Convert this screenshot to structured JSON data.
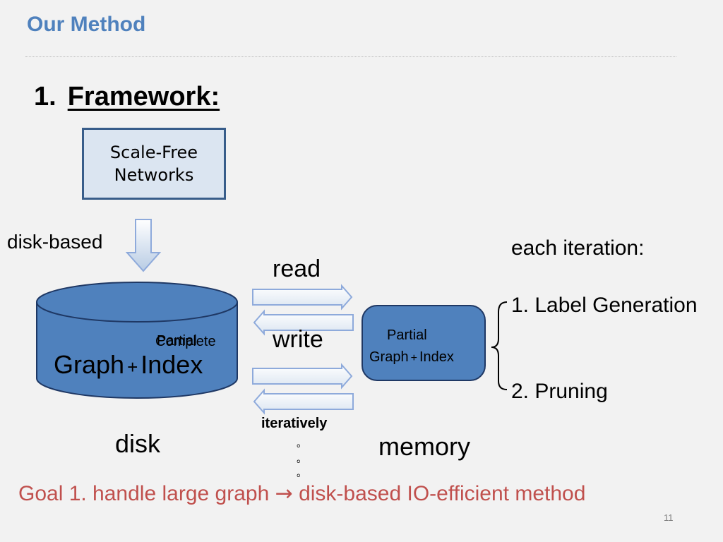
{
  "slide": {
    "title": "Our Method",
    "heading_number": "1.",
    "heading_text": "Framework:",
    "page_number": "11"
  },
  "source": {
    "line1": "Scale-Free",
    "line2": "Networks",
    "arrow_label": "disk-based"
  },
  "disk": {
    "label_overlay_1": "Partial",
    "label_overlay_2": "Complete",
    "main_part1": "Graph",
    "plus": "+",
    "main_part2": "Index",
    "caption": "disk"
  },
  "io": {
    "read": "read",
    "write": "write",
    "iteratively": "iteratively",
    "dot": "。"
  },
  "memory": {
    "line1": "Partial",
    "line2_part1": "Graph",
    "plus": "+",
    "line2_part2": "Index",
    "caption": "memory"
  },
  "iteration": {
    "header": "each iteration:",
    "step1": "1. Label Generation",
    "step2": "2. Pruning"
  },
  "goal": {
    "prefix": "Goal 1. handle large graph ",
    "arrow": "→",
    "suffix": " disk-based IO-efficient method"
  },
  "colors": {
    "title": "#4f81bd",
    "disk_fill": "#4f81bd",
    "disk_stroke": "#1f3864",
    "goal": "#c0504d",
    "arrow_stroke": "#8eaadb"
  }
}
